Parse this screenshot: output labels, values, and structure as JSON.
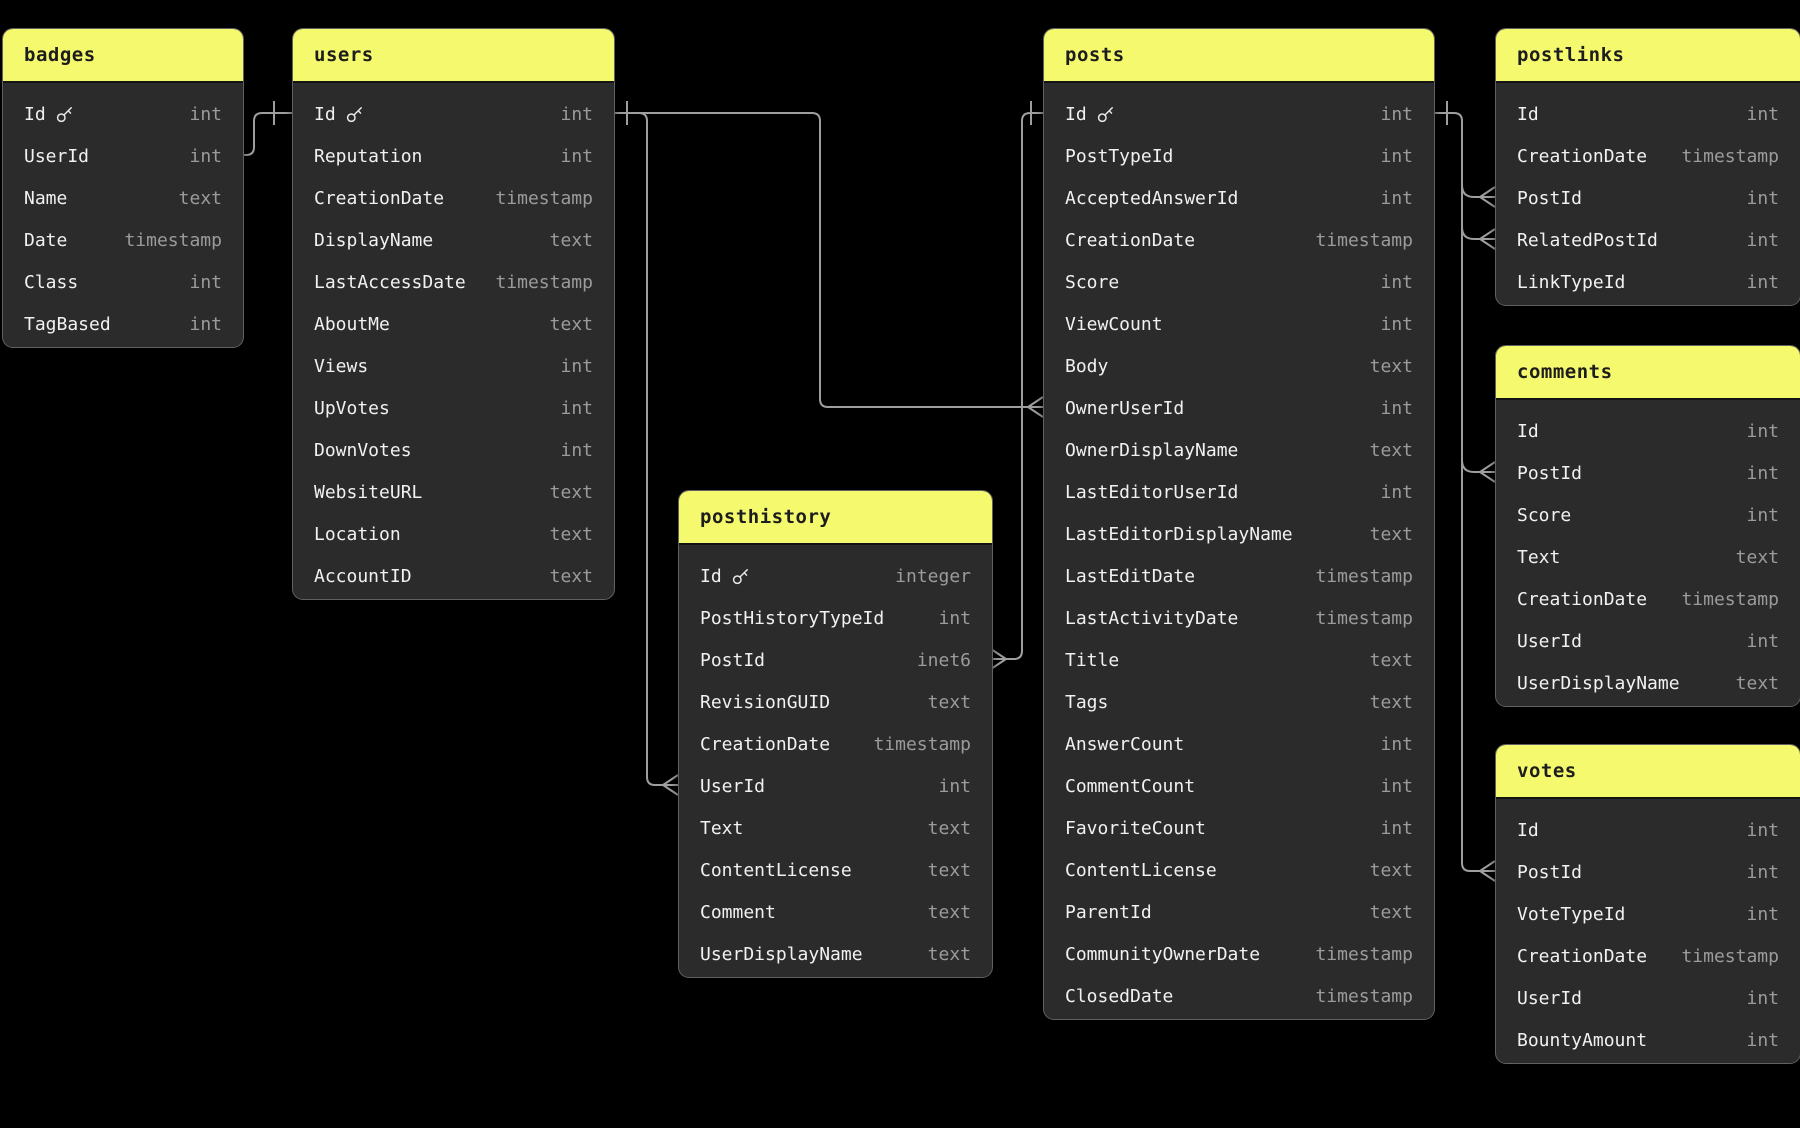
{
  "diagram": {
    "colors": {
      "background": "#000000",
      "table_body": "#2b2b2b",
      "table_border": "#616161",
      "header_fill": "#f5f96e",
      "header_text": "#1d1d1d",
      "field_name_text": "#f1f1f1",
      "field_type_text": "#9b9b9b",
      "relationship_line": "#9e9e9e"
    },
    "tables": [
      {
        "id": "badges",
        "name": "badges",
        "fields": [
          {
            "name": "Id",
            "type": "int",
            "pk": true
          },
          {
            "name": "UserId",
            "type": "int"
          },
          {
            "name": "Name",
            "type": "text"
          },
          {
            "name": "Date",
            "type": "timestamp"
          },
          {
            "name": "Class",
            "type": "int"
          },
          {
            "name": "TagBased",
            "type": "int"
          }
        ]
      },
      {
        "id": "users",
        "name": "users",
        "fields": [
          {
            "name": "Id",
            "type": "int",
            "pk": true
          },
          {
            "name": "Reputation",
            "type": "int"
          },
          {
            "name": "CreationDate",
            "type": "timestamp"
          },
          {
            "name": "DisplayName",
            "type": "text"
          },
          {
            "name": "LastAccessDate",
            "type": "timestamp"
          },
          {
            "name": "AboutMe",
            "type": "text"
          },
          {
            "name": "Views",
            "type": "int"
          },
          {
            "name": "UpVotes",
            "type": "int"
          },
          {
            "name": "DownVotes",
            "type": "int"
          },
          {
            "name": "WebsiteURL",
            "type": "text"
          },
          {
            "name": "Location",
            "type": "text"
          },
          {
            "name": "AccountID",
            "type": "text"
          }
        ]
      },
      {
        "id": "posthistory",
        "name": "posthistory",
        "fields": [
          {
            "name": "Id",
            "type": "integer",
            "pk": true
          },
          {
            "name": "PostHistoryTypeId",
            "type": "int"
          },
          {
            "name": "PostId",
            "type": "inet6"
          },
          {
            "name": "RevisionGUID",
            "type": "text"
          },
          {
            "name": "CreationDate",
            "type": "timestamp"
          },
          {
            "name": "UserId",
            "type": "int"
          },
          {
            "name": "Text",
            "type": "text"
          },
          {
            "name": "ContentLicense",
            "type": "text"
          },
          {
            "name": "Comment",
            "type": "text"
          },
          {
            "name": "UserDisplayName",
            "type": "text"
          }
        ]
      },
      {
        "id": "posts",
        "name": "posts",
        "fields": [
          {
            "name": "Id",
            "type": "int",
            "pk": true
          },
          {
            "name": "PostTypeId",
            "type": "int"
          },
          {
            "name": "AcceptedAnswerId",
            "type": "int"
          },
          {
            "name": "CreationDate",
            "type": "timestamp"
          },
          {
            "name": "Score",
            "type": "int"
          },
          {
            "name": "ViewCount",
            "type": "int"
          },
          {
            "name": "Body",
            "type": "text"
          },
          {
            "name": "OwnerUserId",
            "type": "int"
          },
          {
            "name": "OwnerDisplayName",
            "type": "text"
          },
          {
            "name": "LastEditorUserId",
            "type": "int"
          },
          {
            "name": "LastEditorDisplayName",
            "type": "text"
          },
          {
            "name": "LastEditDate",
            "type": "timestamp"
          },
          {
            "name": "LastActivityDate",
            "type": "timestamp"
          },
          {
            "name": "Title",
            "type": "text"
          },
          {
            "name": "Tags",
            "type": "text"
          },
          {
            "name": "AnswerCount",
            "type": "int"
          },
          {
            "name": "CommentCount",
            "type": "int"
          },
          {
            "name": "FavoriteCount",
            "type": "int"
          },
          {
            "name": "ContentLicense",
            "type": "text"
          },
          {
            "name": "ParentId",
            "type": "text"
          },
          {
            "name": "CommunityOwnerDate",
            "type": "timestamp"
          },
          {
            "name": "ClosedDate",
            "type": "timestamp"
          }
        ]
      },
      {
        "id": "postlinks",
        "name": "postlinks",
        "fields": [
          {
            "name": "Id",
            "type": "int"
          },
          {
            "name": "CreationDate",
            "type": "timestamp"
          },
          {
            "name": "PostId",
            "type": "int"
          },
          {
            "name": "RelatedPostId",
            "type": "int"
          },
          {
            "name": "LinkTypeId",
            "type": "int"
          }
        ]
      },
      {
        "id": "comments",
        "name": "comments",
        "fields": [
          {
            "name": "Id",
            "type": "int"
          },
          {
            "name": "PostId",
            "type": "int"
          },
          {
            "name": "Score",
            "type": "int"
          },
          {
            "name": "Text",
            "type": "text"
          },
          {
            "name": "CreationDate",
            "type": "timestamp"
          },
          {
            "name": "UserId",
            "type": "int"
          },
          {
            "name": "UserDisplayName",
            "type": "text"
          }
        ]
      },
      {
        "id": "votes",
        "name": "votes",
        "fields": [
          {
            "name": "Id",
            "type": "int"
          },
          {
            "name": "PostId",
            "type": "int"
          },
          {
            "name": "VoteTypeId",
            "type": "int"
          },
          {
            "name": "CreationDate",
            "type": "timestamp"
          },
          {
            "name": "UserId",
            "type": "int"
          },
          {
            "name": "BountyAmount",
            "type": "int"
          }
        ]
      }
    ],
    "relationships": [
      {
        "from_table": "badges",
        "from_field": "UserId",
        "to_table": "users",
        "to_field": "Id",
        "from_marker": "none",
        "to_marker": "one"
      },
      {
        "from_table": "posthistory",
        "from_field": "UserId",
        "to_table": "users",
        "to_field": "Id",
        "from_marker": "many",
        "to_marker": "one"
      },
      {
        "from_table": "posts",
        "from_field": "OwnerUserId",
        "to_table": "users",
        "to_field": "Id",
        "from_marker": "many",
        "to_marker": "one"
      },
      {
        "from_table": "posthistory",
        "from_field": "PostId",
        "to_table": "posts",
        "to_field": "Id",
        "from_marker": "many",
        "to_marker": "one"
      },
      {
        "from_table": "postlinks",
        "from_field": "PostId",
        "to_table": "posts",
        "to_field": "Id",
        "from_marker": "many",
        "to_marker": "one"
      },
      {
        "from_table": "postlinks",
        "from_field": "RelatedPostId",
        "to_table": "posts",
        "to_field": "Id",
        "from_marker": "many",
        "to_marker": "one"
      },
      {
        "from_table": "comments",
        "from_field": "PostId",
        "to_table": "posts",
        "to_field": "Id",
        "from_marker": "many",
        "to_marker": "one"
      },
      {
        "from_table": "votes",
        "from_field": "PostId",
        "to_table": "posts",
        "to_field": "Id",
        "from_marker": "many",
        "to_marker": "one"
      }
    ]
  }
}
